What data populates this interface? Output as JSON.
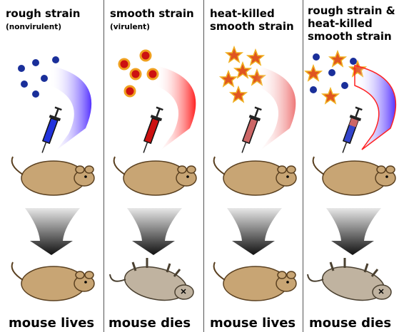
{
  "panels": [
    {
      "title_line1": "rough strain",
      "title_line2": "",
      "subtitle": "(nonvirulent)",
      "outcome": "mouse lives",
      "injected": "rough",
      "mouse_state": "alive",
      "syringe_color": "#2233dd",
      "arrow_color": "#5533ff"
    },
    {
      "title_line1": "smooth strain",
      "title_line2": "",
      "subtitle": "(virulent)",
      "outcome": "mouse dies",
      "injected": "smooth",
      "mouse_state": "dead",
      "syringe_color": "#cc1111",
      "arrow_color": "#ff2222"
    },
    {
      "title_line1": "heat-killed",
      "title_line2": "smooth strain",
      "subtitle": "",
      "outcome": "mouse lives",
      "injected": "heat-killed",
      "mouse_state": "alive",
      "syringe_color": "#cc6666",
      "arrow_color": "#ee7777"
    },
    {
      "title_line1": "rough strain &",
      "title_line2": "heat-killed",
      "title_line3": "smooth strain",
      "subtitle": "",
      "outcome": "mouse dies",
      "injected": "mixed",
      "mouse_state": "dead",
      "syringe_color": "#3344cc",
      "arrow_color": "#5533ff"
    }
  ],
  "colors": {
    "rough_cell": "#1a2f9a",
    "smooth_cell_fill": "#cc1111",
    "smooth_cell_ring": "#f0a020",
    "heat_killed_star": "#e05520",
    "mouse_alive": "#c8a574",
    "mouse_dead": "#c0b3a0"
  }
}
